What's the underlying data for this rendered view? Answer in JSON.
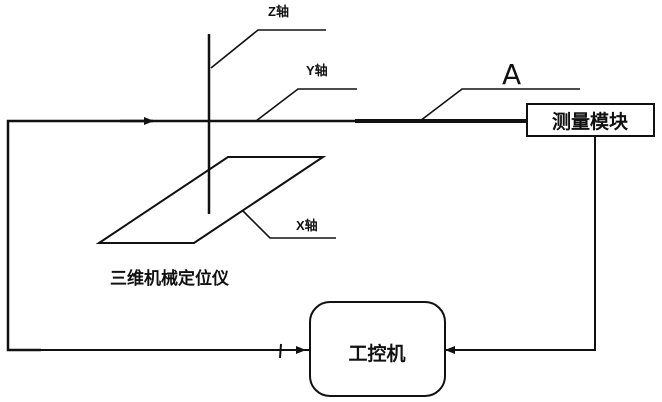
{
  "labels": {
    "z_axis": "Z轴",
    "y_axis": "Y轴",
    "x_axis": "X轴",
    "point_a": "A",
    "measuring_module": "测量模块",
    "positioner": "三维机械定位仪",
    "industrial_pc": "工控机"
  }
}
